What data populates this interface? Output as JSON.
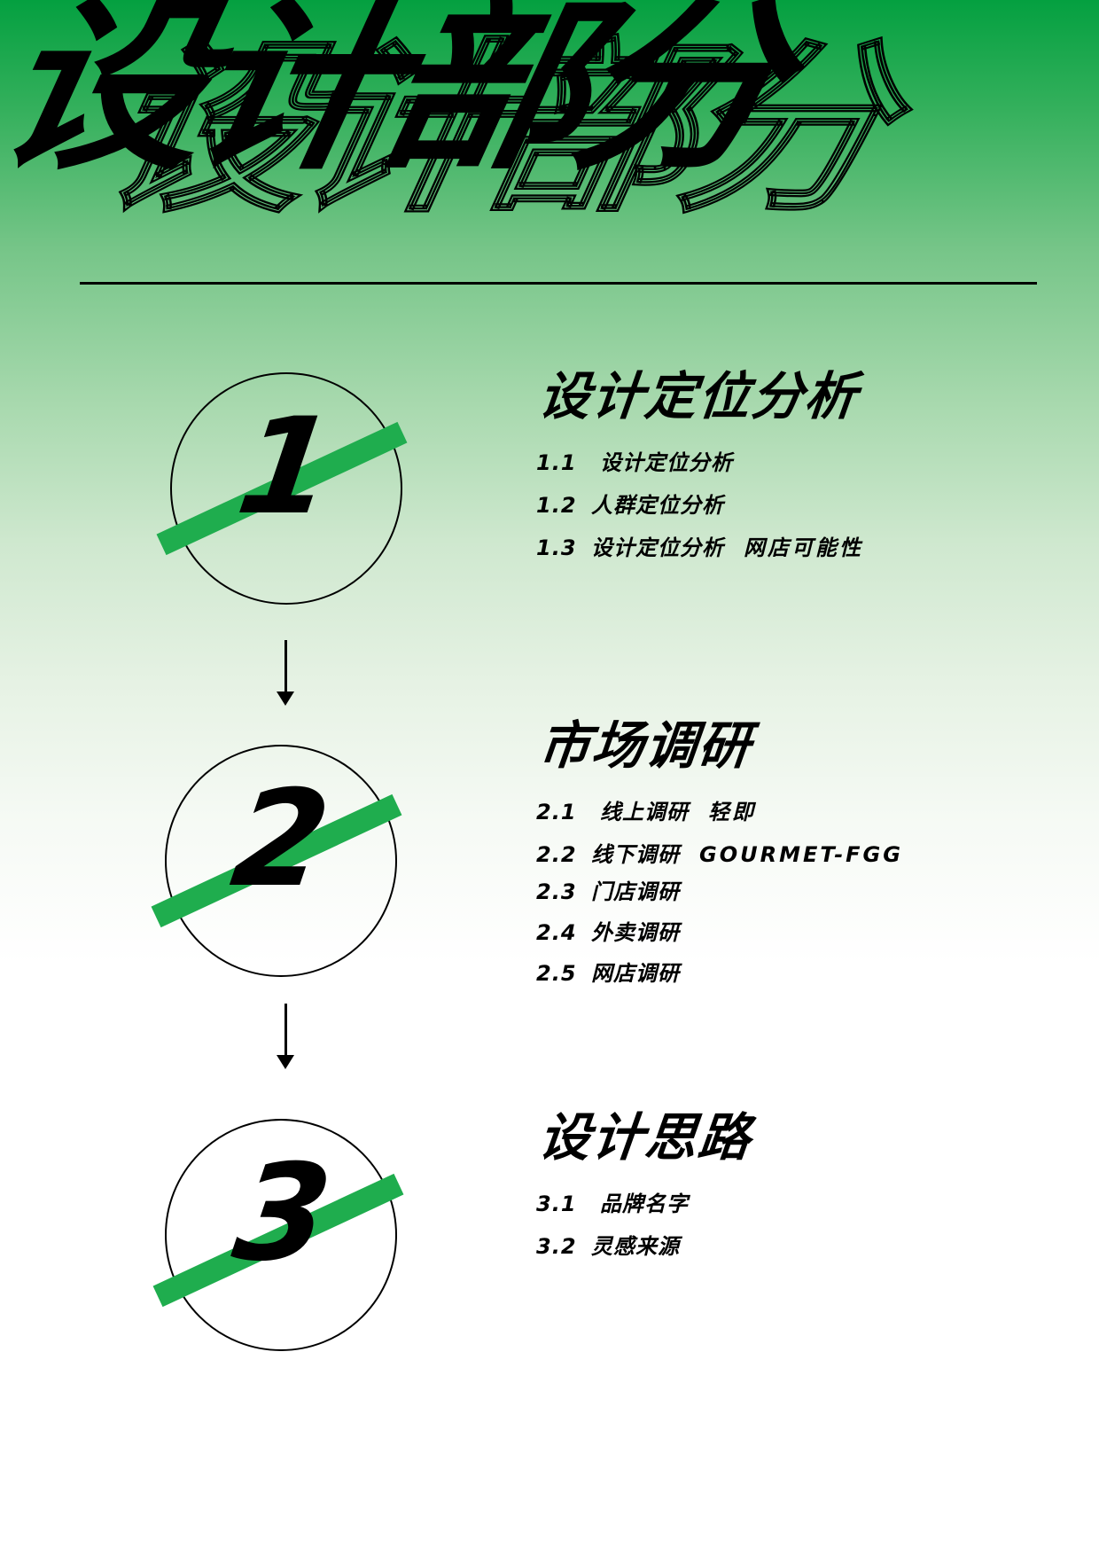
{
  "page": {
    "title": "设计部分",
    "colors": {
      "gradient_top": "#04a040",
      "gradient_mid": "#a8d9ae",
      "gradient_bottom": "#ffffff",
      "accent_bar": "#1fad4e",
      "ink": "#000000"
    }
  },
  "steps": [
    {
      "number": "1",
      "heading": "设计定位分析",
      "items": [
        {
          "num": "1.1",
          "label": "  设计定位分析",
          "extra": ""
        },
        {
          "num": "1.2",
          "label": "人群定位分析",
          "extra": ""
        },
        {
          "num": "1.3",
          "label": "设计定位分析",
          "extra": "网店可能性"
        }
      ]
    },
    {
      "number": "2",
      "heading": "市场调研",
      "items": [
        {
          "num": "2.1",
          "label": "  线上调研",
          "extra": "轻即"
        },
        {
          "num": "2.2",
          "label": "线下调研",
          "extra": "GOURMET-FGG"
        },
        {
          "num": "2.3",
          "label": "门店调研",
          "extra": ""
        },
        {
          "num": "2.4",
          "label": "外卖调研",
          "extra": ""
        },
        {
          "num": "2.5",
          "label": "网店调研",
          "extra": ""
        }
      ]
    },
    {
      "number": "3",
      "heading": "设计思路",
      "items": [
        {
          "num": "3.1",
          "label": "  品牌名字",
          "extra": ""
        },
        {
          "num": "3.2",
          "label": "灵感来源",
          "extra": ""
        }
      ]
    }
  ],
  "icons": {
    "arrow": "arrow-down-icon"
  }
}
